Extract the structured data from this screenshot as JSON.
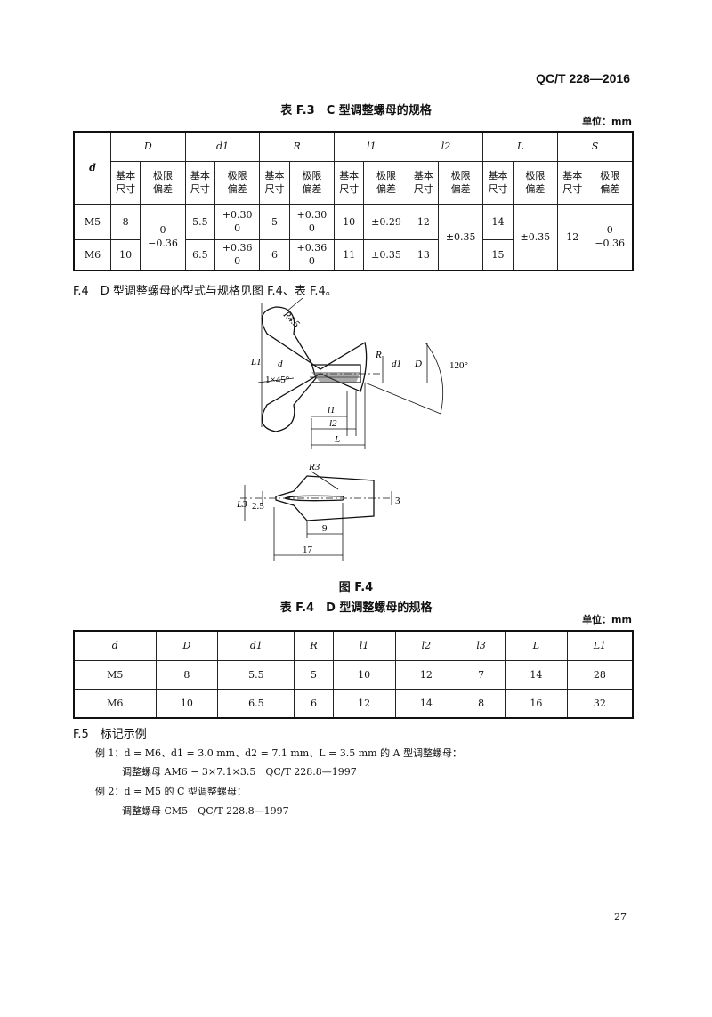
{
  "header": "QC/T 228—2016",
  "table_f3": {
    "title": "表 F.3　C 型调整螺母的规格",
    "unit": "单位：mm",
    "col_d": "d",
    "groups": [
      "D",
      "d1",
      "R",
      "l1",
      "l2",
      "L",
      "S"
    ],
    "sub_basic": "基本\n尺寸",
    "sub_basic1": "基本",
    "sub_basic2": "尺寸",
    "sub_tol1": "极限",
    "sub_tol2": "偏差",
    "rows": [
      {
        "d": "M5",
        "D": "8",
        "d1": "5.5",
        "d1_tol": [
          "+0.30",
          "0"
        ],
        "R": "5",
        "R_tol": [
          "+0.30",
          "0"
        ],
        "l1": "10",
        "l1_tol": "±0.29",
        "l2": "12",
        "L": "14",
        "S": "12"
      },
      {
        "d": "M6",
        "D": "10",
        "d1": "6.5",
        "d1_tol": [
          "+0.36",
          "0"
        ],
        "R": "6",
        "R_tol": [
          "+0.36",
          "0"
        ],
        "l1": "11",
        "l1_tol": "±0.35",
        "l2": "13",
        "L": "15"
      }
    ],
    "D_tol": [
      "0",
      "−0.36"
    ],
    "l2_tol": "±0.35",
    "L_tol": "±0.35",
    "S_tol": [
      "0",
      "−0.36"
    ]
  },
  "section_f4": "F.4　D 型调整螺母的型式与规格见图 F.4、表 F.4。",
  "figure": {
    "caption": "图 F.4",
    "labels": {
      "R45": "R4.5",
      "L1": "L1",
      "d": "d",
      "R": "R",
      "d1": "d1",
      "D": "D",
      "angle": "120°",
      "chamfer": "1×45°",
      "l1": "l1",
      "l2": "l2",
      "L": "L",
      "R3": "R3",
      "L3": "L3",
      "w25": "2.5",
      "w3": "3",
      "len9": "9",
      "len17": "17"
    }
  },
  "table_f4": {
    "title": "表 F.4　D 型调整螺母的规格",
    "unit": "单位：mm",
    "headers": [
      "d",
      "D",
      "d1",
      "R",
      "l1",
      "l2",
      "l3",
      "L",
      "L1"
    ],
    "rows": [
      [
        "M5",
        "8",
        "5.5",
        "5",
        "10",
        "12",
        "7",
        "14",
        "28"
      ],
      [
        "M6",
        "10",
        "6.5",
        "6",
        "12",
        "14",
        "8",
        "16",
        "32"
      ]
    ]
  },
  "section_f5": "F.5　标记示例",
  "examples": [
    "例 1：d = M6、d1 = 3.0 mm、d2 = 7.1 mm、L = 3.5 mm 的 A 型调整螺母：",
    "调整螺母 AM6 − 3×7.1×3.5　QC/T 228.8—1997",
    "例 2：d = M5 的 C 型调整螺母：",
    "调整螺母 CM5　QC/T 228.8—1997"
  ],
  "page_number": "27"
}
